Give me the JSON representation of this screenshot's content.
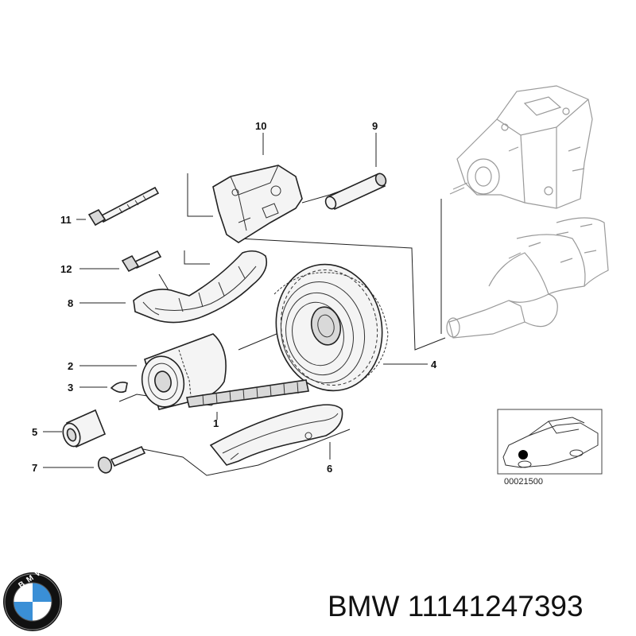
{
  "diagram": {
    "callouts": [
      {
        "id": "1",
        "label": "1"
      },
      {
        "id": "2",
        "label": "2"
      },
      {
        "id": "3",
        "label": "3"
      },
      {
        "id": "4",
        "label": "4"
      },
      {
        "id": "5",
        "label": "5"
      },
      {
        "id": "6",
        "label": "6"
      },
      {
        "id": "7",
        "label": "7"
      },
      {
        "id": "8",
        "label": "8"
      },
      {
        "id": "9",
        "label": "9"
      },
      {
        "id": "10",
        "label": "10"
      },
      {
        "id": "11",
        "label": "11"
      },
      {
        "id": "12",
        "label": "12"
      }
    ],
    "inset_reference": "00021500"
  },
  "footer": {
    "brand_logo_letters": "BMW",
    "part_title": "BMW 11141247393"
  },
  "colors": {
    "logo_blue": "#3a8fd6",
    "logo_ring": "#111111",
    "line": "#222222"
  }
}
